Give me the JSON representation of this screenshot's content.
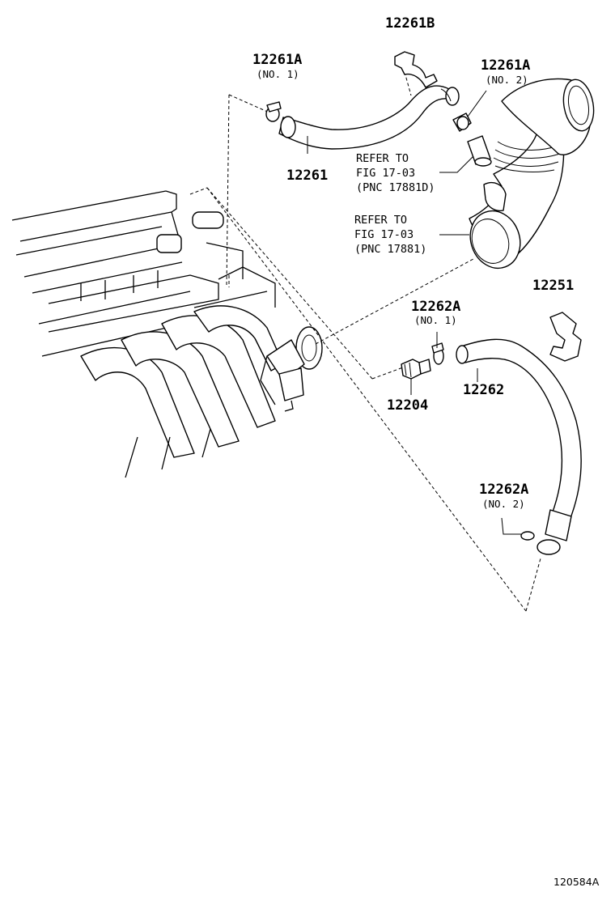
{
  "labels": {
    "p12261b": "12261B",
    "p12261a_no1": "12261A",
    "p12261a_no1_sub": "(NO. 1)",
    "p12261a_no2": "12261A",
    "p12261a_no2_sub": "(NO. 2)",
    "p12261": "12261",
    "refer1_line1": "REFER TO",
    "refer1_line2": "FIG 17-03",
    "refer1_line3": "(PNC 17881D)",
    "refer2_line1": "REFER TO",
    "refer2_line2": "FIG 17-03",
    "refer2_line3": "(PNC 17881)",
    "p12251": "12251",
    "p12262a_no1": "12262A",
    "p12262a_no1_sub": "(NO. 1)",
    "p12204": "12204",
    "p12262": "12262",
    "p12262a_no2": "12262A",
    "p12262a_no2_sub": "(NO. 2)",
    "figure_id": "120584A"
  }
}
